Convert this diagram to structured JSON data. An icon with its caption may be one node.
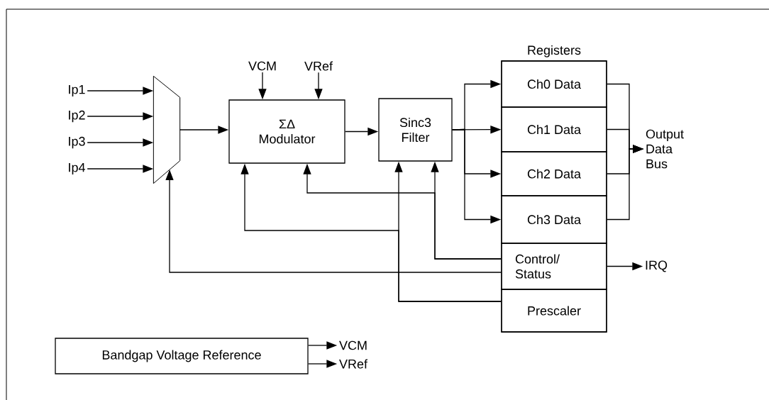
{
  "diagram": {
    "nodes": [
      {
        "text": [
          "Ip1"
        ]
      },
      {
        "text": [
          "Ip2"
        ]
      },
      {
        "text": [
          "Ip3"
        ]
      },
      {
        "text": [
          "Ip4"
        ]
      },
      {
        "text": [],
        "shape": "trapezoid"
      },
      {
        "text": [
          "VCM"
        ]
      },
      {
        "text": [
          "VRef"
        ]
      },
      {
        "text": [
          "ΣΔ Modulator"
        ]
      },
      {
        "text": [
          "Sinc3 Filter"
        ]
      },
      {
        "text": [
          "Registers"
        ]
      },
      {
        "text": [
          "Ch0 Data"
        ],
        "in": 9
      },
      {
        "text": [
          "Ch1 Data"
        ],
        "in": 9
      },
      {
        "text": [
          "Ch2 Data"
        ],
        "in": 9
      },
      {
        "text": [
          "Ch3 Data"
        ],
        "in": 9
      },
      {
        "text": [
          "Control/ Status"
        ],
        "in": 9
      },
      {
        "text": [
          "Prescaler"
        ],
        "in": 9
      },
      {
        "text": [
          "Output Data Bus"
        ]
      },
      {
        "text": [
          "IRQ"
        ]
      },
      {
        "text": [
          "Bandgap Voltage Reference"
        ]
      },
      {
        "text": [
          "VCM"
        ]
      },
      {
        "text": [
          "VRef"
        ]
      }
    ],
    "edges": [
      {
        "from": 0,
        "to": 4,
        "arrow": "to"
      },
      {
        "from": 1,
        "to": 4,
        "arrow": "to"
      },
      {
        "from": 2,
        "to": 4,
        "arrow": "to"
      },
      {
        "from": 3,
        "to": 4,
        "arrow": "to"
      },
      {
        "from": 4,
        "to": 7,
        "arrow": "to"
      },
      {
        "from": 5,
        "to": 7,
        "arrow": "to"
      },
      {
        "from": 6,
        "to": 7,
        "arrow": "to"
      },
      {
        "from": 7,
        "to": 8,
        "arrow": "to"
      },
      {
        "from": 8,
        "to": 10,
        "arrow": "to"
      },
      {
        "from": 8,
        "to": 11,
        "arrow": "to"
      },
      {
        "from": 8,
        "to": 12,
        "arrow": "to"
      },
      {
        "from": 8,
        "to": 13,
        "arrow": "to"
      },
      {
        "from": 10,
        "to": 16,
        "arrow": "to"
      },
      {
        "from": 11,
        "to": 16,
        "arrow": "to"
      },
      {
        "from": 12,
        "to": 16,
        "arrow": "to"
      },
      {
        "from": 13,
        "to": 16,
        "arrow": "to"
      },
      {
        "from": 14,
        "to": 17,
        "arrow": "to"
      },
      {
        "from": 14,
        "to": 4,
        "arrow": "to"
      },
      {
        "from": 14,
        "to": 8,
        "arrow": "to"
      },
      {
        "from": 14,
        "to": 7,
        "arrow": "to"
      },
      {
        "from": 15,
        "to": 8,
        "arrow": "to"
      },
      {
        "from": 15,
        "to": 7,
        "arrow": "to"
      },
      {
        "from": 18,
        "to": 19,
        "arrow": "to"
      },
      {
        "from": 18,
        "to": 20,
        "arrow": "to"
      }
    ]
  }
}
